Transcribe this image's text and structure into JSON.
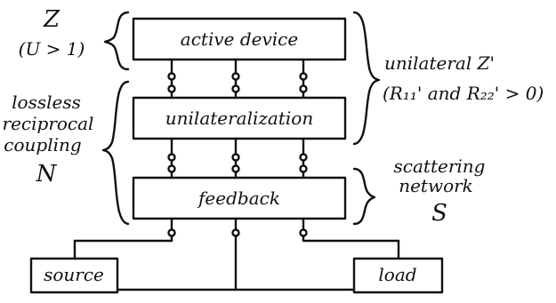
{
  "blocks": {
    "active_device": "active device",
    "unilateralization": "unilateralization",
    "feedback": "feedback",
    "source": "source",
    "load": "load"
  },
  "annotations": {
    "z_symbol": "Z",
    "z_condition": "(U > 1)",
    "unilateral_title": "unilateral Z'",
    "unilateral_condition": "(R₁₁' and R₂₂' > 0)",
    "coupling_line1": "lossless",
    "coupling_line2": "reciprocal",
    "coupling_line3": "coupling",
    "coupling_symbol": "N",
    "scattering_line1": "scattering",
    "scattering_line2": "network",
    "scattering_symbol": "S"
  },
  "colors": {
    "ink": "#111111",
    "paper": "#ffffff"
  }
}
